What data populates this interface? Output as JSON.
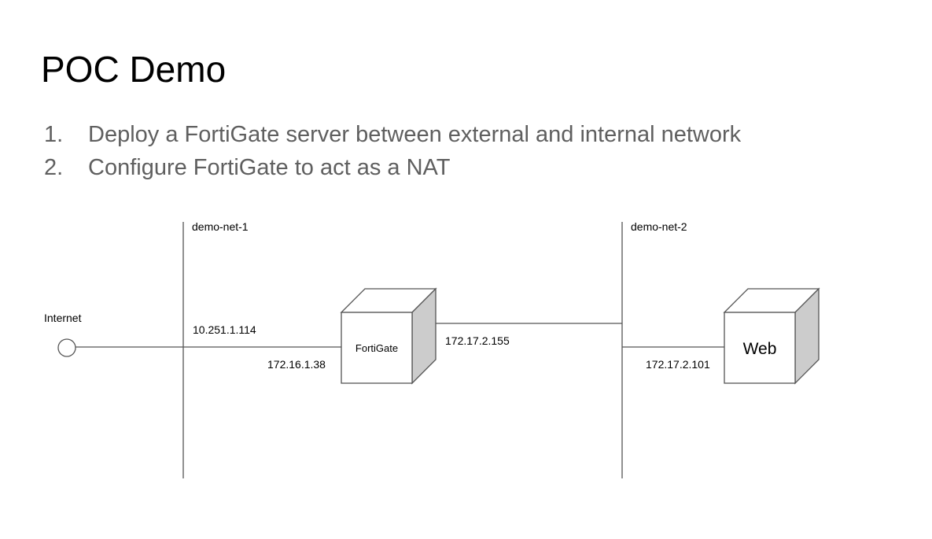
{
  "slide": {
    "title": "POC Demo",
    "steps": [
      {
        "num": "1.",
        "text": "Deploy a FortiGate server between external and internal network"
      },
      {
        "num": "2.",
        "text": "Configure FortiGate to act as a NAT"
      }
    ]
  },
  "diagram": {
    "networks": [
      {
        "label": "demo-net-1"
      },
      {
        "label": "demo-net-2"
      }
    ],
    "nodes": {
      "internet": "Internet",
      "fortigate": "FortiGate",
      "web": "Web"
    },
    "addresses": {
      "internet_on_net1": "10.251.1.114",
      "fortigate_on_net1": "172.16.1.38",
      "fortigate_on_net2": "172.17.2.155",
      "web_on_net2": "172.17.2.101"
    },
    "colors": {
      "line": "#555555",
      "box_face": "#ffffff",
      "box_side": "#cccccc"
    }
  }
}
